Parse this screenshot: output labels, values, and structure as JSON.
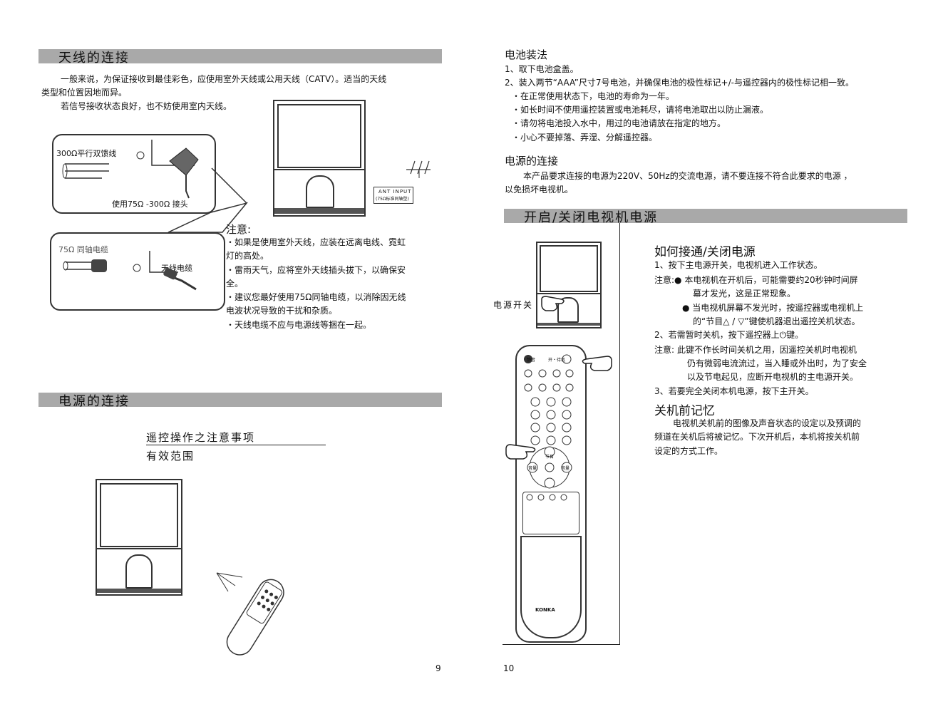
{
  "left": {
    "antenna": {
      "title": "天线的连接",
      "para1_line1": "一般来说，为保证接收到最佳彩色，应使用室外天线或公用天线（CATV）。适当的天线",
      "para1_line2": "类型和位置因地而异。",
      "para2": "若信号接收状态良好，也不妨使用室内天线。",
      "label_300": "300Ω平行双馈线",
      "label_adapter": "使用75Ω -300Ω 接头",
      "label_75": "75Ω 同轴电缆",
      "label_cable": "天线电缆",
      "label_ant_input1": "ANT INPUT",
      "label_ant_input2": "(75Ω标准同轴型)",
      "note_title": "注意:",
      "notes": [
        "・如果是使用室外天线，应装在远离电线、霓虹",
        "灯的高处。",
        "・雷雨天气，应将室外天线插头拔下，以确保安",
        "全。",
        "・建议您最好使用75Ω同轴电缆，以消除因无线",
        "电波状况导致的干扰和杂质。",
        "・天线电缆不应与电源线等捆在一起。"
      ]
    },
    "power": {
      "title": "电源的连接",
      "remote_title": "遥控操作之注意事项",
      "range_title": "有效范围"
    },
    "page_number": "9"
  },
  "right": {
    "battery": {
      "title": "电池装法",
      "lines": [
        "1、取下电池盒盖。",
        "2、装入两节“AAA”尺寸7号电池，并确保电池的极性标记+/-与遥控器内的极性标记相一致。",
        "・在正常使用状态下，电池的寿命为一年。",
        "・如长时间不使用遥控装置或电池耗尽，请将电池取出以防止漏液。",
        "・请勿将电池投入水中，用过的电池请放在指定的地方。",
        "・小心不要掉落、弄湿、分解遥控器。"
      ]
    },
    "power_connect": {
      "title": "电源的连接",
      "line1": "本产品要求连接的电源为220V、50Hz的交流电源，请不要连接不符合此要求的电源 ，",
      "line2": "以免损坏电视机。"
    },
    "on_off": {
      "bar_title": "开启/关闭电视机电源",
      "power_switch_label": "电源开关",
      "how_title": "如何接通/关闭电源",
      "lines": [
        "1、按下主电源开关，电视机进入工作状态。",
        "注意:● 本电视机在开机后，可能需要约20秒钟时间屏",
        "幕才发光，这是正常现象。",
        "● 当电视机屏幕不发光时，按遥控器或电视机上",
        "的“节目△ / ▽”键使机器退出遥控关机状态。",
        "2、若需暂时关机，按下遥控器上⏻键。",
        "注意: 此键不作长时间关机之用，因遥控关机时电视机",
        "仍有微弱电流流过，当入睡或外出时，为了安全",
        "以及节电起见，应断开电视机的主电源开关。",
        "3、若要完全关闭本机电源，按下主开关。"
      ],
      "memory_title": "关机前记忆",
      "memory_lines": [
        "电视机关机前的图像及声音状态的设定以及预调的",
        "频道在关机后将被记忆。下次开机后，本机将按关机前",
        "设定的方式工作。"
      ],
      "remote_labels": {
        "mute": "静音",
        "power": "开・待机",
        "brand": "KONKA",
        "prog": "节目",
        "vol_minus": "音量",
        "vol_plus": "音量"
      }
    },
    "page_number": "10"
  }
}
